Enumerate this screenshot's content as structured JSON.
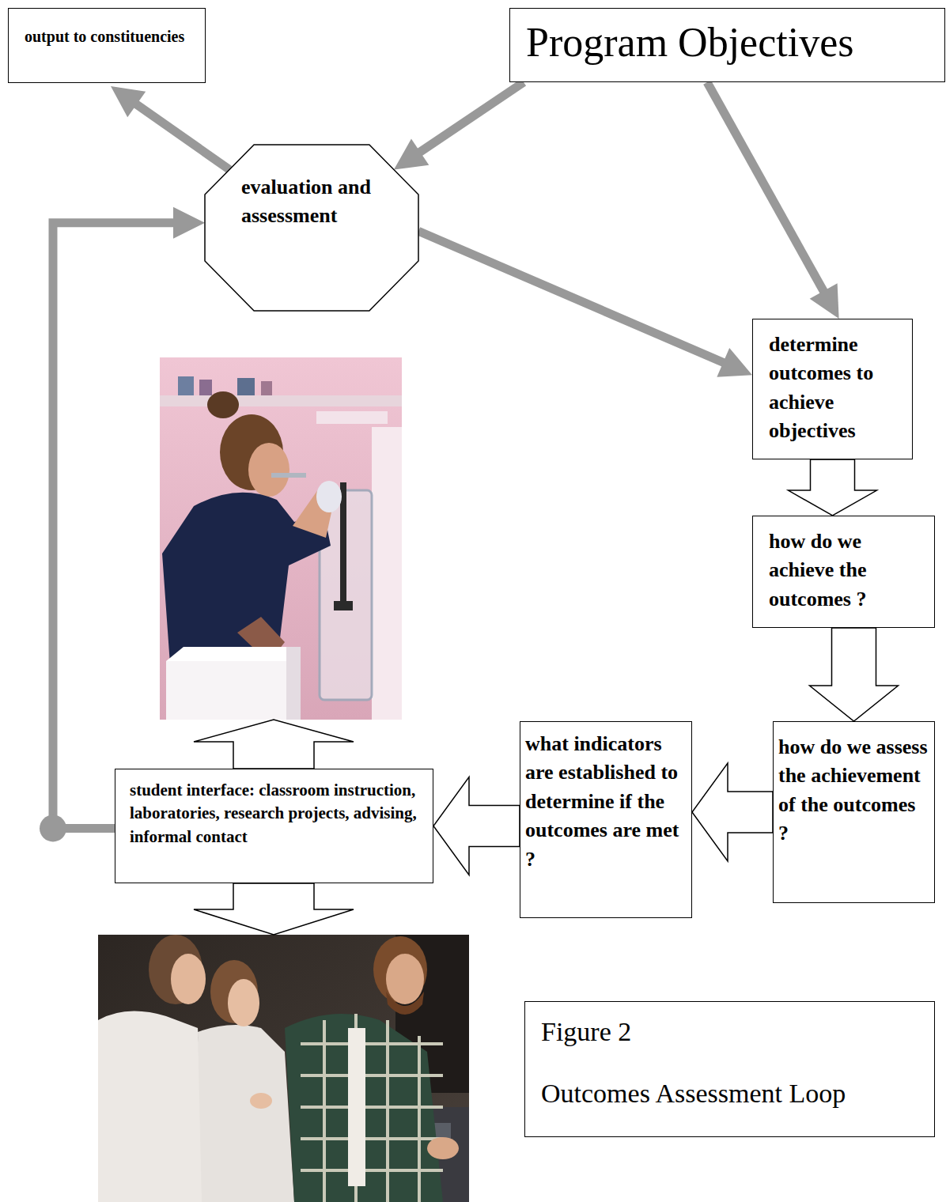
{
  "diagram": {
    "nodes": [
      {
        "text": [
          "output to constituencies"
        ]
      },
      {
        "text": [
          "Program Objectives"
        ]
      },
      {
        "text": [
          "evaluation and assessment"
        ]
      },
      {
        "text": [
          "determine outcomes to achieve objectives"
        ]
      },
      {
        "text": [
          "how do we achieve the outcomes ?"
        ]
      },
      {
        "text": [
          "how do we assess the achievement of the outcomes ?"
        ]
      },
      {
        "text": [
          "what indicators are established to determine if the outcomes are met ?"
        ]
      },
      {
        "text": [
          "student interface: classroom instruction, laboratories, research projects, advising, informal contact"
        ]
      },
      {
        "text": [
          "Figure 2",
          "Outcomes Assessment Loop"
        ]
      }
    ],
    "edges": [
      {
        "from": 2,
        "to": 0,
        "arrow": "to"
      },
      {
        "from": 1,
        "to": 2,
        "arrow": "to"
      },
      {
        "from": 1,
        "to": 3,
        "arrow": "to"
      },
      {
        "from": 2,
        "to": 3,
        "arrow": "to"
      },
      {
        "from": 3,
        "to": 4,
        "arrow": "to"
      },
      {
        "from": 4,
        "to": 5,
        "arrow": "to"
      },
      {
        "from": 5,
        "to": 6,
        "arrow": "to"
      },
      {
        "from": 6,
        "to": 7,
        "arrow": "to"
      },
      {
        "from": 7,
        "to": 2,
        "arrow": "to"
      }
    ]
  }
}
